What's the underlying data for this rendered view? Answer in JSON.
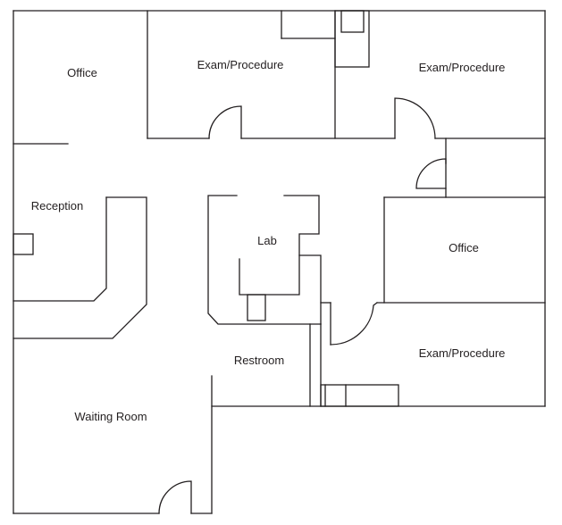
{
  "plan": {
    "rooms": {
      "office_top_left": "Office",
      "exam_top_middle": "Exam/Procedure",
      "exam_top_right": "Exam/Procedure",
      "reception": "Reception",
      "lab": "Lab",
      "office_right": "Office",
      "exam_bottom_right": "Exam/Procedure",
      "restroom": "Restroom",
      "waiting_room": "Waiting Room"
    },
    "line_color": "#231f20"
  }
}
